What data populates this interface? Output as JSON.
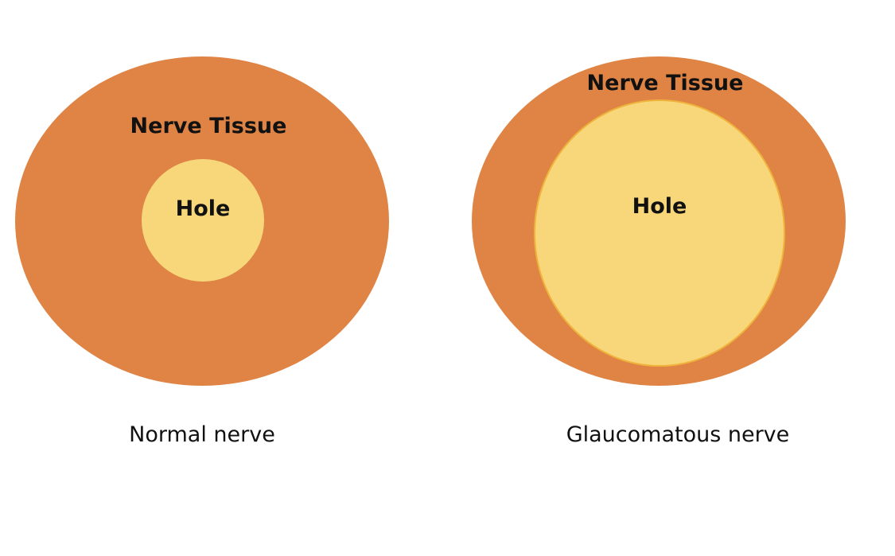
{
  "colors": {
    "tissue": "#DF8444",
    "hole": "#F7D77A",
    "hole_border": "#EFB23B",
    "text": "#111111"
  },
  "normal": {
    "tissue_label": "Nerve Tissue",
    "hole_label": "Hole",
    "caption": "Normal nerve"
  },
  "glaucomatous": {
    "tissue_label": "Nerve Tissue",
    "hole_label": "Hole",
    "caption": "Glaucomatous nerve"
  }
}
